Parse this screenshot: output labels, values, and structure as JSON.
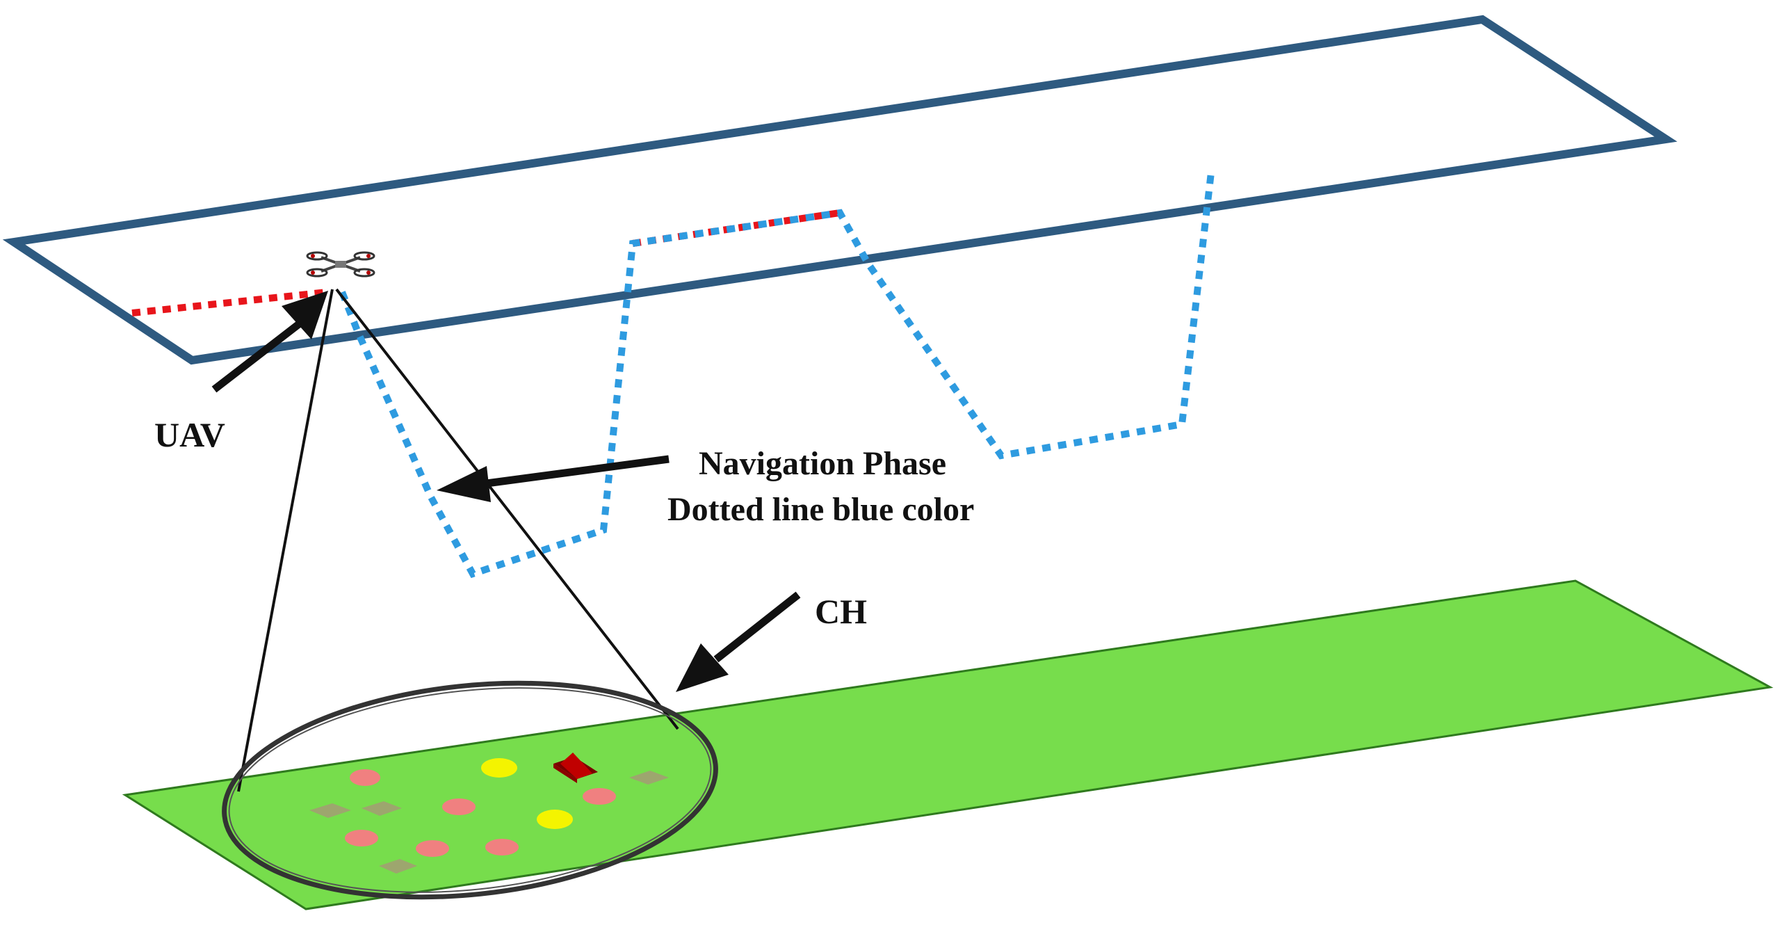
{
  "labels": {
    "uav": "UAV",
    "navigation_line1": "Navigation Phase",
    "navigation_line2": "Dotted line blue color",
    "ch": "CH"
  },
  "colors": {
    "flight_plane": "#2e5a80",
    "ground_plane": "#77dd4c",
    "ground_plane_edge": "#2f7a1e",
    "navigation_path": "#2e9be0",
    "highlight_path": "#e8151b",
    "arrow": "#111111",
    "cone": "#111111",
    "node_pink": "#f08080",
    "node_yellow": "#f4f400",
    "node_olive": "#9da66e",
    "cluster_head": "#b30000"
  },
  "icons": {
    "uav": "quadcopter-icon",
    "cluster_head": "cluster-head-node-icon"
  }
}
